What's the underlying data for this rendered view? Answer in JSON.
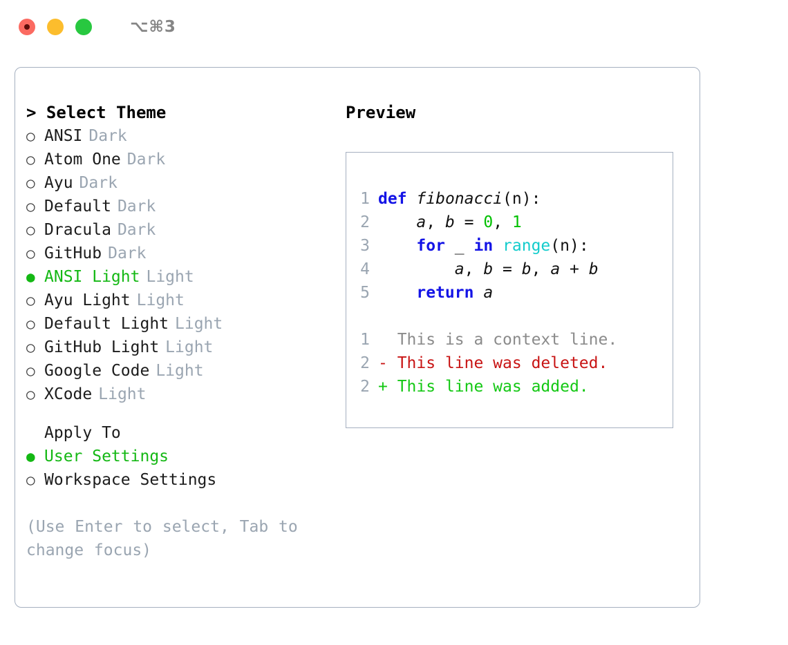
{
  "window": {
    "traffic_lights": [
      {
        "name": "close",
        "color": "#fb6a61"
      },
      {
        "name": "minimize",
        "color": "#fcbd2d"
      },
      {
        "name": "zoom",
        "color": "#28c840"
      }
    ],
    "shortcut": "⌥⌘3"
  },
  "left": {
    "header": "> Select Theme",
    "themes": [
      {
        "bullet": "○",
        "name": "ANSI",
        "variant": "Dark",
        "selected": false
      },
      {
        "bullet": "○",
        "name": "Atom One",
        "variant": "Dark",
        "selected": false
      },
      {
        "bullet": "○",
        "name": "Ayu",
        "variant": "Dark",
        "selected": false
      },
      {
        "bullet": "○",
        "name": "Default",
        "variant": "Dark",
        "selected": false
      },
      {
        "bullet": "○",
        "name": "Dracula",
        "variant": "Dark",
        "selected": false
      },
      {
        "bullet": "○",
        "name": "GitHub",
        "variant": "Dark",
        "selected": false
      },
      {
        "bullet": "●",
        "name": "ANSI Light",
        "variant": "Light",
        "selected": true
      },
      {
        "bullet": "○",
        "name": "Ayu Light",
        "variant": "Light",
        "selected": false
      },
      {
        "bullet": "○",
        "name": "Default Light",
        "variant": "Light",
        "selected": false
      },
      {
        "bullet": "○",
        "name": "GitHub Light",
        "variant": "Light",
        "selected": false
      },
      {
        "bullet": "○",
        "name": "Google Code",
        "variant": "Light",
        "selected": false
      },
      {
        "bullet": "○",
        "name": "XCode",
        "variant": "Light",
        "selected": false
      }
    ],
    "apply_to_title": "Apply To",
    "apply_to": [
      {
        "bullet": "●",
        "name": "User Settings",
        "selected": true
      },
      {
        "bullet": "○",
        "name": "Workspace Settings",
        "selected": false
      }
    ],
    "hint": "(Use Enter to select, Tab to change focus)"
  },
  "right": {
    "header": "Preview",
    "code_lines": [
      {
        "no": "1",
        "tokens": [
          {
            "t": "def",
            "c": "kw"
          },
          {
            "t": " ",
            "c": "plain"
          },
          {
            "t": "fibonacci",
            "c": "fn"
          },
          {
            "t": "(n):",
            "c": "plain"
          }
        ]
      },
      {
        "no": "2",
        "tokens": [
          {
            "t": "    ",
            "c": "plain"
          },
          {
            "t": "a",
            "c": "id"
          },
          {
            "t": ", ",
            "c": "plain"
          },
          {
            "t": "b",
            "c": "id"
          },
          {
            "t": " = ",
            "c": "plain"
          },
          {
            "t": "0",
            "c": "num"
          },
          {
            "t": ", ",
            "c": "plain"
          },
          {
            "t": "1",
            "c": "num"
          }
        ]
      },
      {
        "no": "3",
        "tokens": [
          {
            "t": "    ",
            "c": "plain"
          },
          {
            "t": "for",
            "c": "kw"
          },
          {
            "t": " _ ",
            "c": "plain"
          },
          {
            "t": "in",
            "c": "kw"
          },
          {
            "t": " ",
            "c": "plain"
          },
          {
            "t": "range",
            "c": "builtin"
          },
          {
            "t": "(n):",
            "c": "plain"
          }
        ]
      },
      {
        "no": "4",
        "tokens": [
          {
            "t": "        ",
            "c": "plain"
          },
          {
            "t": "a",
            "c": "id"
          },
          {
            "t": ", ",
            "c": "plain"
          },
          {
            "t": "b",
            "c": "id"
          },
          {
            "t": " = ",
            "c": "plain"
          },
          {
            "t": "b",
            "c": "id"
          },
          {
            "t": ", ",
            "c": "plain"
          },
          {
            "t": "a",
            "c": "id"
          },
          {
            "t": " + ",
            "c": "plain"
          },
          {
            "t": "b",
            "c": "id"
          }
        ]
      },
      {
        "no": "5",
        "tokens": [
          {
            "t": "    ",
            "c": "plain"
          },
          {
            "t": "return",
            "c": "kw"
          },
          {
            "t": " ",
            "c": "plain"
          },
          {
            "t": "a",
            "c": "id"
          }
        ]
      }
    ],
    "diff_lines": [
      {
        "no": "1",
        "marker": "  ",
        "text": "This is a context line.",
        "kind": "dctx"
      },
      {
        "no": "2",
        "marker": "- ",
        "text": "This line was deleted.",
        "kind": "ddel"
      },
      {
        "no": "2",
        "marker": "+ ",
        "text": "This line was added.",
        "kind": "dadd"
      }
    ]
  },
  "colors": {
    "accent_green": "#14b814",
    "muted": "#9aa5b1",
    "border": "#a5b0c0",
    "keyword_blue": "#1414e6",
    "builtin_cyan": "#13cccc",
    "number_green": "#00c000",
    "diff_add": "#14c814",
    "diff_del": "#c81414",
    "diff_ctx": "#8b8b8b"
  }
}
